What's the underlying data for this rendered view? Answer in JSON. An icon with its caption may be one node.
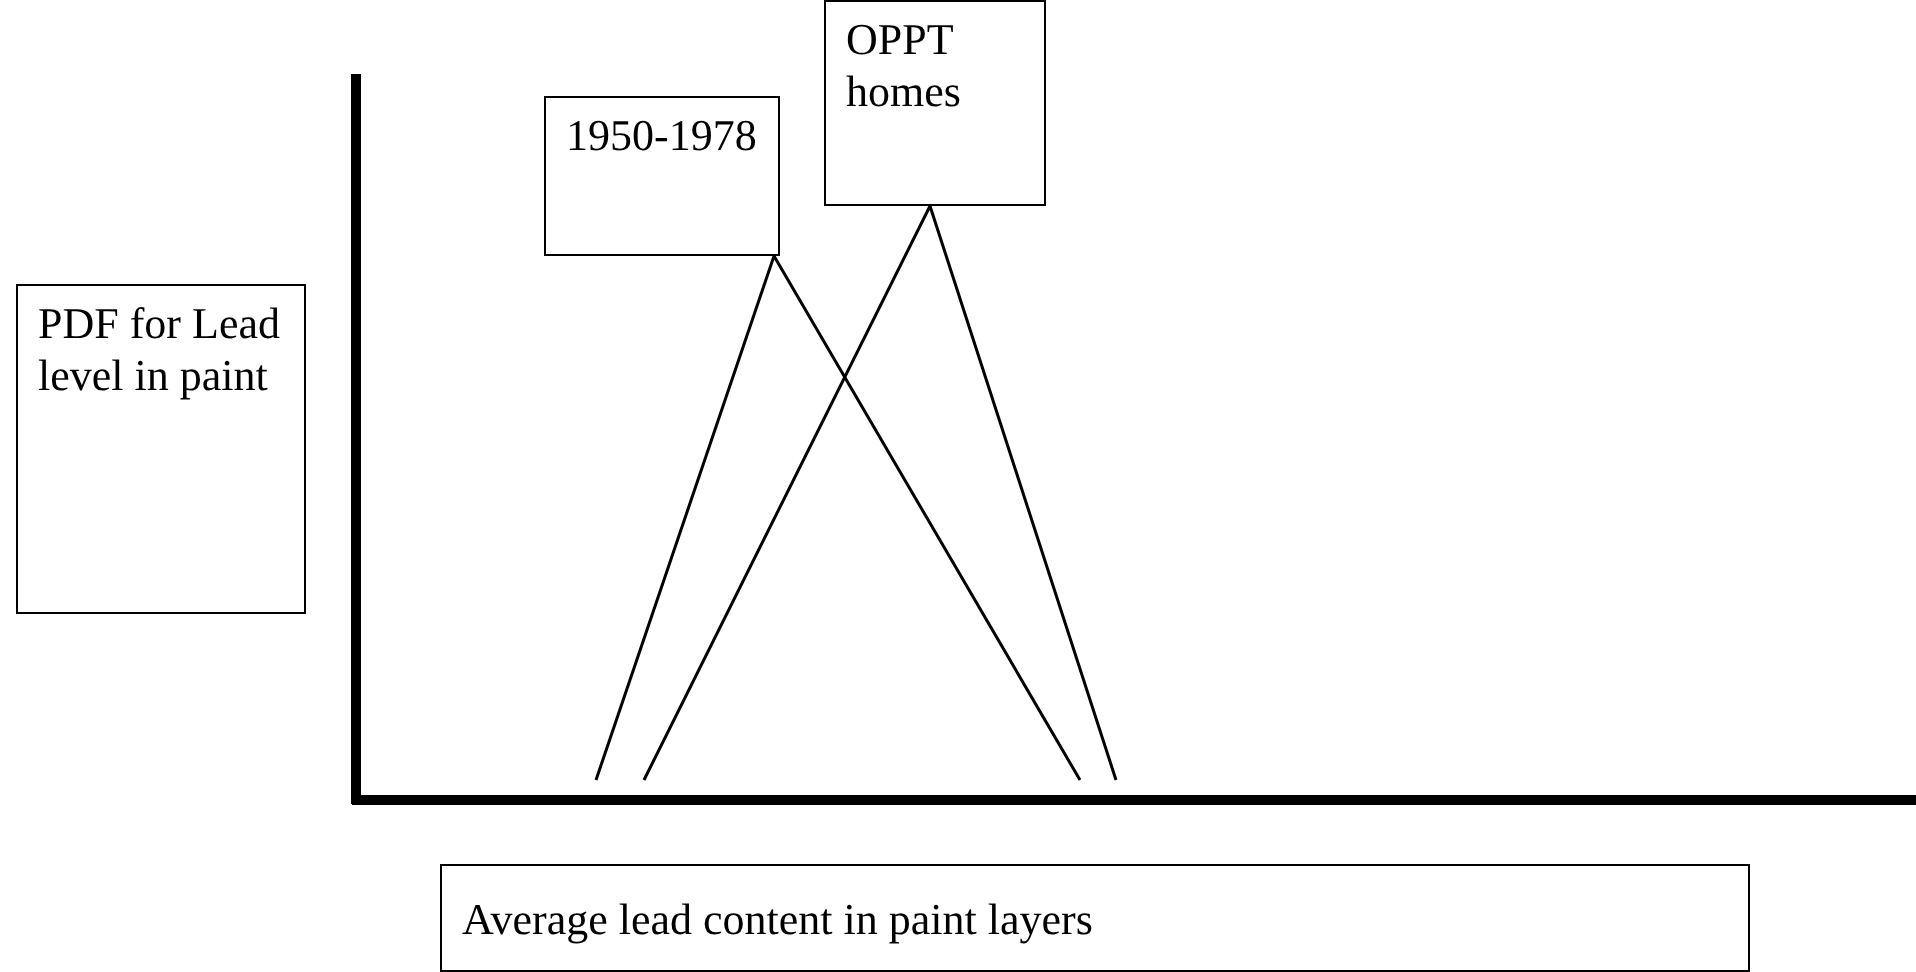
{
  "diagram": {
    "nodes": [
      {
        "text": [
          "PDF for Lead level in paint"
        ]
      },
      {
        "text": [
          "1950-1978"
        ]
      },
      {
        "text": [
          "OPPT homes"
        ]
      },
      {
        "text": [
          "Average lead content in paint layers"
        ]
      }
    ]
  }
}
